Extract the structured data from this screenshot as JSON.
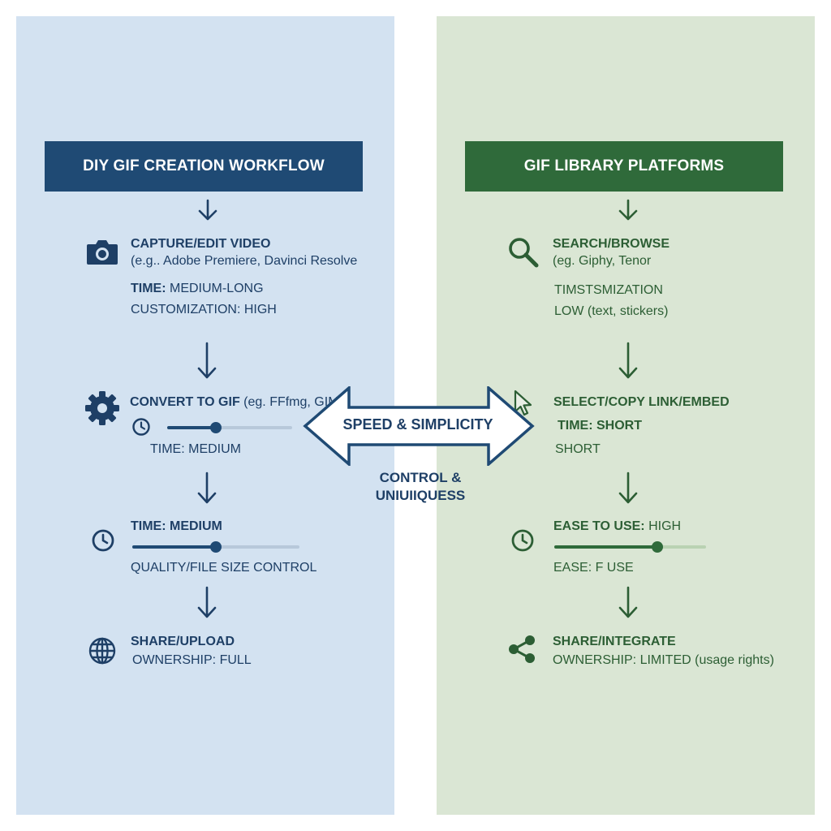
{
  "colors": {
    "diy_panel": "#d3e2f1",
    "library_panel": "#dae6d4",
    "diy_accent": "#1f4a74",
    "library_accent": "#2f6a3a"
  },
  "diy": {
    "title": "DIY GIF CREATION WORKFLOW",
    "step1": {
      "icon": "camera-icon",
      "title": "CAPTURE/EDIT VIDEO",
      "subtitle": "(e.g.. Adobe Premiere, Davinci Resolve",
      "time_label": "TIME:",
      "time_value": "MEDIUM-LONG",
      "customization": "CUSTOMIZATION: HIGH"
    },
    "step2": {
      "icon": "gear-icon",
      "title": "CONVERT TO GIF",
      "subtitle": "(eg. FFfmg, GIMP",
      "slider_level": 0.39,
      "time": "TIME: MEDIUM"
    },
    "step3": {
      "icon": "clock-icon",
      "title": "TIME: MEDIUM",
      "slider_level": 0.5,
      "quality": "QUALITY/FILE SIZE CONTROL"
    },
    "step4": {
      "icon": "globe-icon",
      "title": "SHARE/UPLOAD",
      "ownership": "OWNERSHIP: FULL"
    }
  },
  "library": {
    "title": "GIF LIBRARY PLATFORMS",
    "step1": {
      "icon": "search-icon",
      "title": "SEARCH/BROWSE",
      "subtitle": "(eg. Giphy, Tenor",
      "line1": "TIMSTSMIZATION",
      "line2": "LOW (text, stickers)"
    },
    "step2": {
      "icon": "cursor-icon",
      "title": "SELECT/COPY LINK/EMBED",
      "time": "TIME: SHORT",
      "short": "SHORT"
    },
    "step3": {
      "icon": "clock-icon",
      "title_label": "EASE TO USE:",
      "title_value": "HIGH",
      "slider_level": 0.68,
      "ease": "EASE: F USE"
    },
    "step4": {
      "icon": "share-icon",
      "title": "SHARE/INTEGRATE",
      "ownership": "OWNERSHIP: LIMITED (usage rights)"
    }
  },
  "center": {
    "arrow_label": "SPEED & SIMPLICITY",
    "sub_line1": "CONTROL &",
    "sub_line2": "UNIUIIQUESS"
  }
}
